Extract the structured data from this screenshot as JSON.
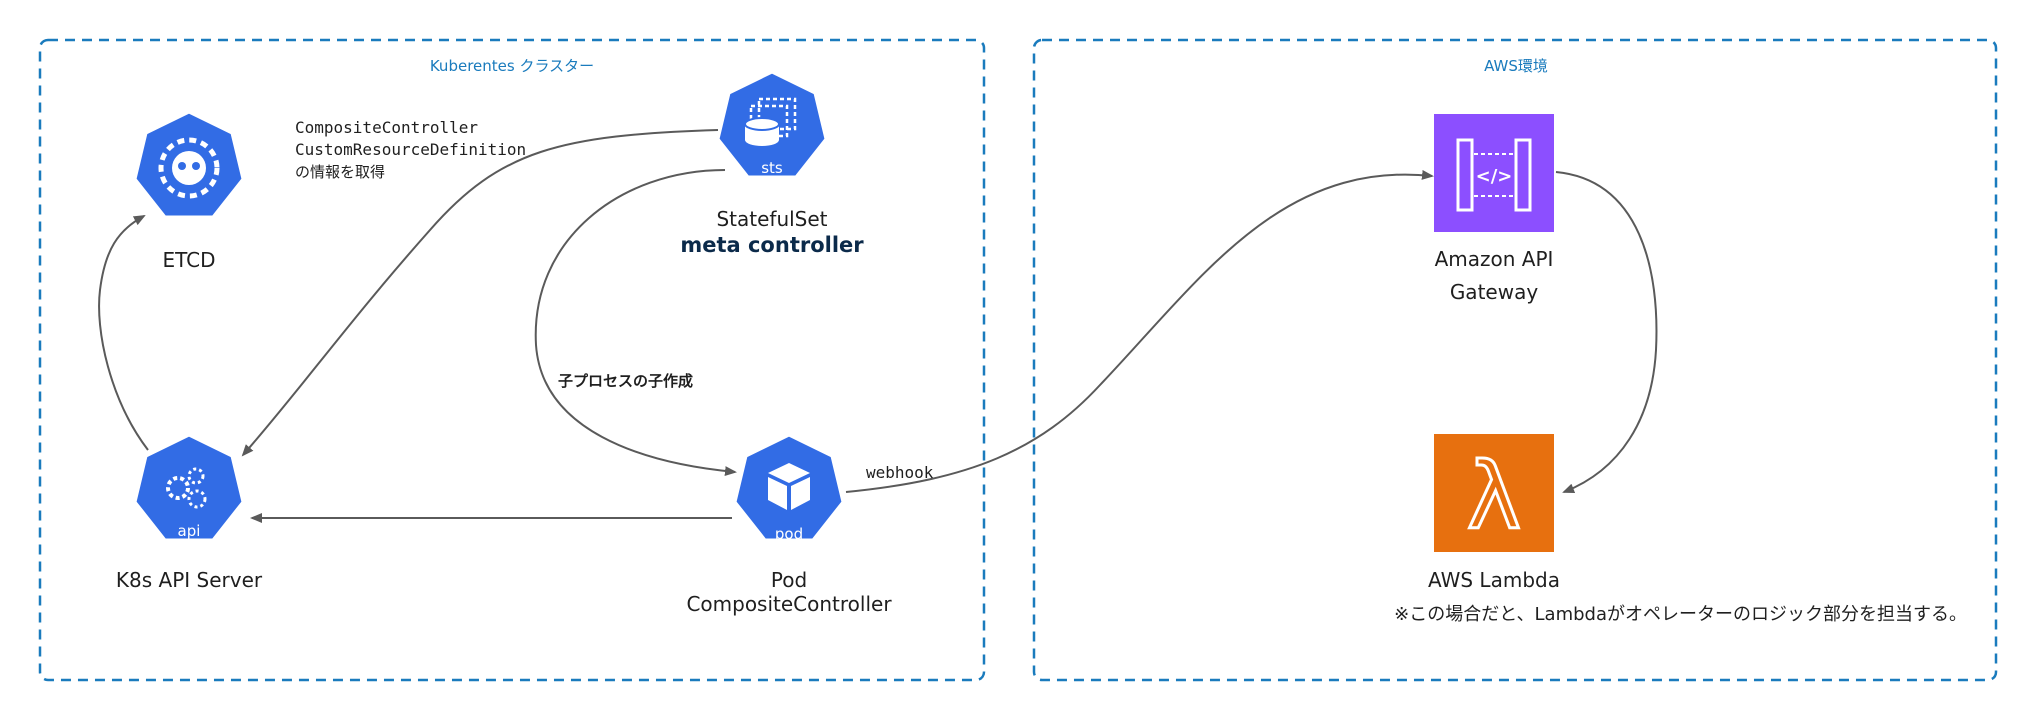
{
  "colors": {
    "group_border": "#1a7bbd",
    "group_title": "#1a7bbd",
    "k8s_blue": "#326ce5",
    "api_gateway": "#8c4fff",
    "lambda": "#e7700f",
    "arrow": "#5a5a5a",
    "accent_text": "#0b2a4a"
  },
  "groups": {
    "k8s": {
      "title": "Kuberentes クラスター"
    },
    "aws": {
      "title": "AWS環境"
    }
  },
  "nodes": {
    "etcd": {
      "icon": "etcd-icon",
      "label": "ETCD"
    },
    "api_server": {
      "icon": "k8s-api-icon",
      "badge": "api",
      "label": "K8s API Server"
    },
    "statefulset": {
      "icon": "statefulset-icon",
      "badge": "sts",
      "label": "StatefulSet",
      "sublabel": "meta controller"
    },
    "pod": {
      "icon": "pod-icon",
      "badge": "pod",
      "label": "Pod",
      "sublabel": "CompositeController"
    },
    "api_gateway": {
      "icon": "api-gateway-icon",
      "glyph": "</>",
      "label_line1": "Amazon API",
      "label_line2": "Gateway"
    },
    "lambda": {
      "icon": "lambda-icon",
      "glyph": "λ",
      "label": "AWS Lambda"
    }
  },
  "edges": {
    "get_info": {
      "line1": "CompositeController",
      "line2": "CustomResourceDefinition",
      "line3": "の情報を取得"
    },
    "create_child": {
      "label": "子プロセスの子作成"
    },
    "webhook": {
      "label": "webhook"
    }
  },
  "note": "※この場合だと、Lambdaがオペレーターのロジック部分を担当する。"
}
